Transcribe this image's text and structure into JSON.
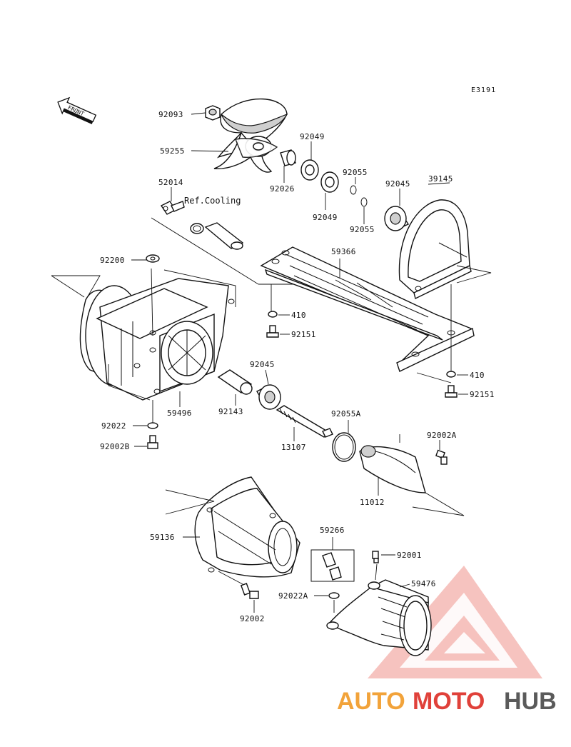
{
  "diagram_code": "E3191",
  "front_label": "FRONT",
  "reference_note": "Ref.Cooling",
  "watermark": {
    "part1": "AUTO",
    "part2": "MOTO",
    "part3": "HUB",
    "color_orange": "#f2a33a",
    "color_red": "#e0413a",
    "color_gray": "#5a5a5a"
  },
  "labels": {
    "p92093": "92093",
    "p59255": "59255",
    "p92049a": "92049",
    "p92026": "92026",
    "p92049b": "92049",
    "p92055a": "92055",
    "p92055b": "92055",
    "p92045a": "92045",
    "p39145": "39145",
    "p52014": "52014",
    "p59366": "59366",
    "p92200": "92200",
    "p410a": "410",
    "p92151a": "92151",
    "p92045b": "92045",
    "p410b": "410",
    "p92151b": "92151",
    "p59496": "59496",
    "p92143": "92143",
    "p92055A": "92055A",
    "p92002A": "92002A",
    "p92022": "92022",
    "p92002B": "92002B",
    "p13107": "13107",
    "p11012": "11012",
    "p59136": "59136",
    "p59266": "59266",
    "p92001": "92001",
    "p59476": "59476",
    "p92022A": "92022A",
    "p92002": "92002"
  }
}
